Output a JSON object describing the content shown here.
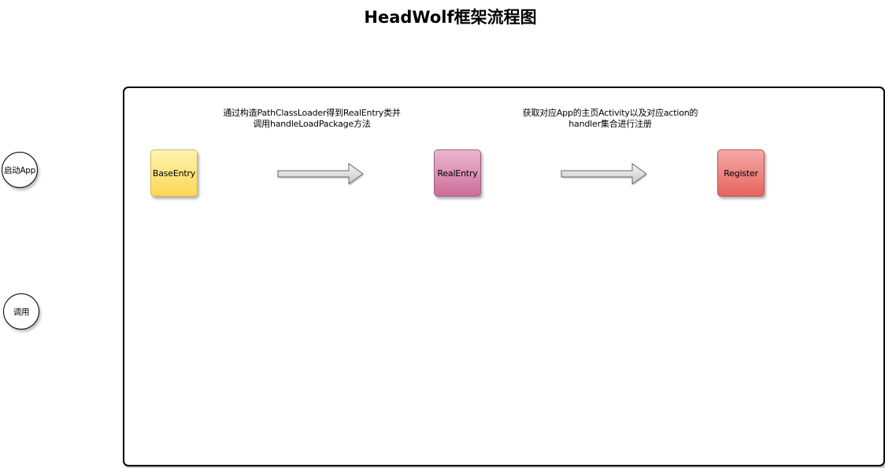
{
  "diagram": {
    "title": "HeadWolf框架流程图",
    "legend": [
      {
        "label": "启动App"
      },
      {
        "label": "调用"
      }
    ],
    "nodes": [
      {
        "id": "base_entry",
        "label": "BaseEntry",
        "color": "#fcd855"
      },
      {
        "id": "real_entry",
        "label": "RealEntry",
        "color": "#cd6d9a"
      },
      {
        "id": "register",
        "label": "Register",
        "color": "#e5645f"
      }
    ],
    "edges": [
      {
        "from": "base_entry",
        "to": "real_entry",
        "label": "通过构造PathClassLoader得到RealEntry类并\n调用handleLoadPackage方法"
      },
      {
        "from": "real_entry",
        "to": "register",
        "label": "获取对应App的主页Activity以及对应action的\nhandler集合进行注册"
      }
    ]
  }
}
